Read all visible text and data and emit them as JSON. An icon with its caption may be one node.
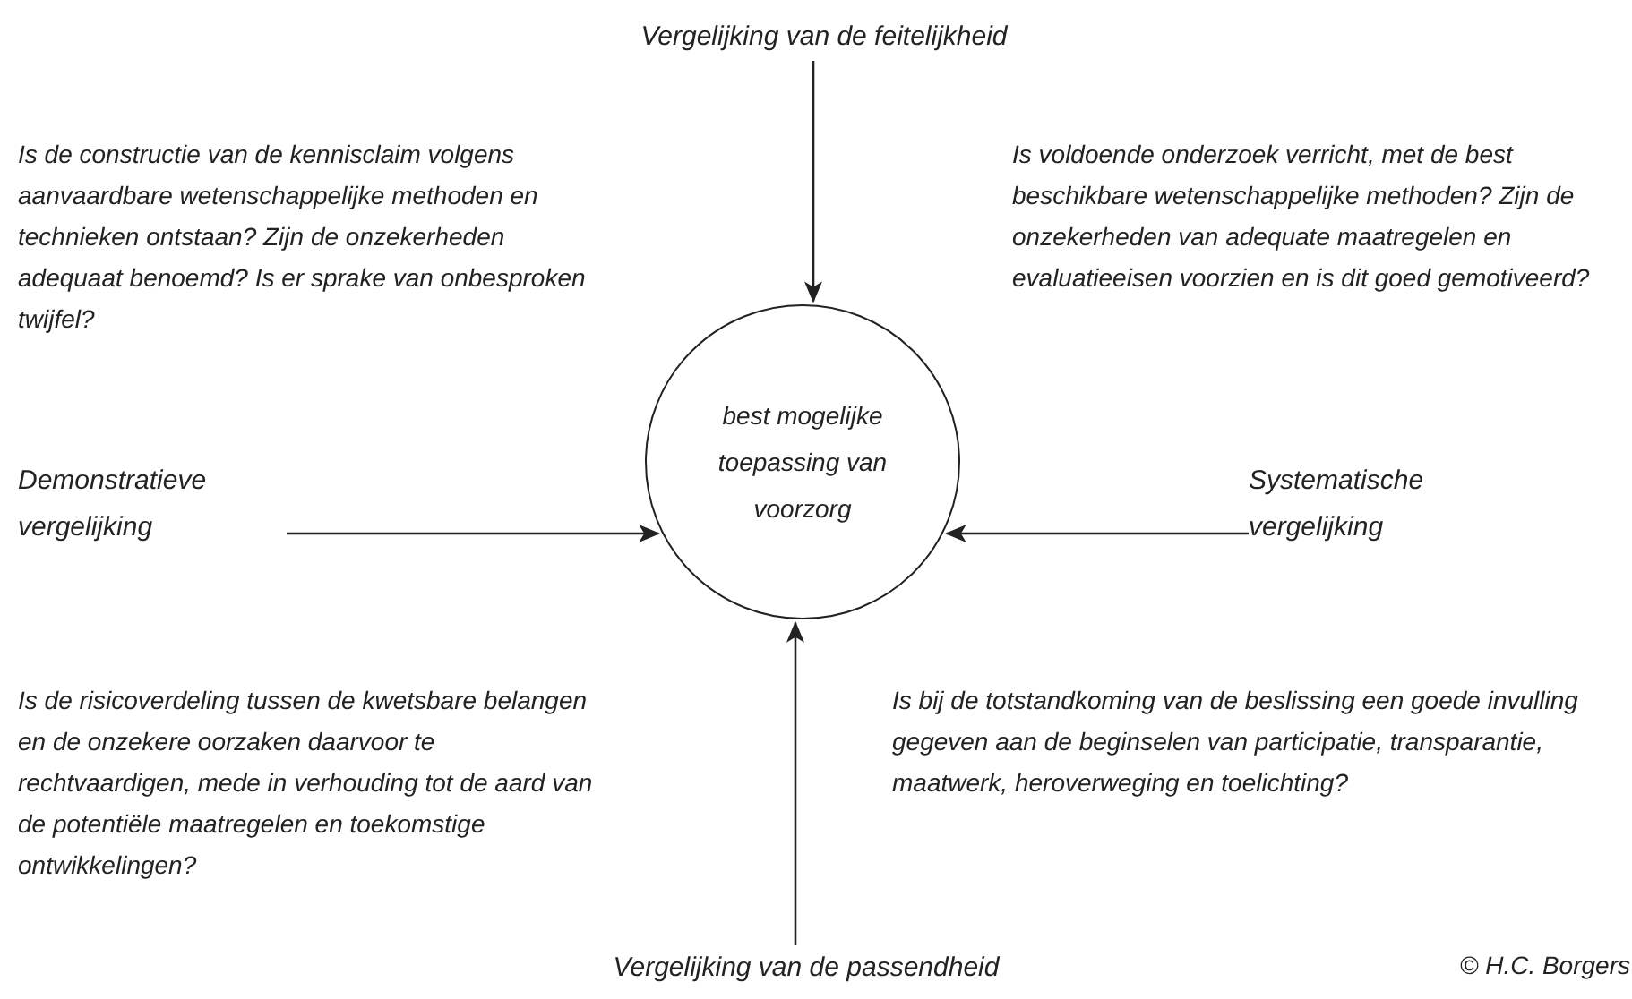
{
  "diagram": {
    "nodes": [
      {
        "text": [
          "Vergelijking van de feitelijkheid"
        ]
      },
      {
        "text": [
          "Demonstratieve vergelijking"
        ]
      },
      {
        "text": [
          "best mogelijke toepassing van voorzorg"
        ]
      },
      {
        "text": [
          "Systematische vergelijking"
        ]
      },
      {
        "text": [
          "Vergelijking van de passendheid"
        ]
      }
    ],
    "edges": [
      {
        "from": 0,
        "to": 2,
        "arrow": "to"
      },
      {
        "from": 1,
        "to": 2,
        "arrow": "to"
      },
      {
        "from": 3,
        "to": 2,
        "arrow": "to"
      },
      {
        "from": 4,
        "to": 2,
        "arrow": "to"
      }
    ],
    "labels": [
      "Is de constructie van de kennisclaim volgens aanvaardbare wetenschappelijke methoden en technieken ontstaan? Zijn de onzekerheden adequaat benoemd? Is er sprake van onbesproken twijfel?",
      "Is voldoende onderzoek verricht, met de best beschikbare wetenschappelijke methoden? Zijn de onzekerheden van adequate maatregelen en evaluatieeisen voorzien en is dit goed gemotiveerd?",
      "Is de risicoverdeling tussen de kwetsbare belangen en de onzekere oorzaken daarvoor te rechtvaardigen, mede in verhouding tot de aard van de potentiële maatregelen en toekomstige ontwikkelingen?",
      "Is bij de totstandkoming van de beslissing een goede invulling gegeven aan de beginselen van participatie, transparantie, maatwerk, heroverweging en toelichting?",
      "© H.C. Borgers"
    ]
  }
}
